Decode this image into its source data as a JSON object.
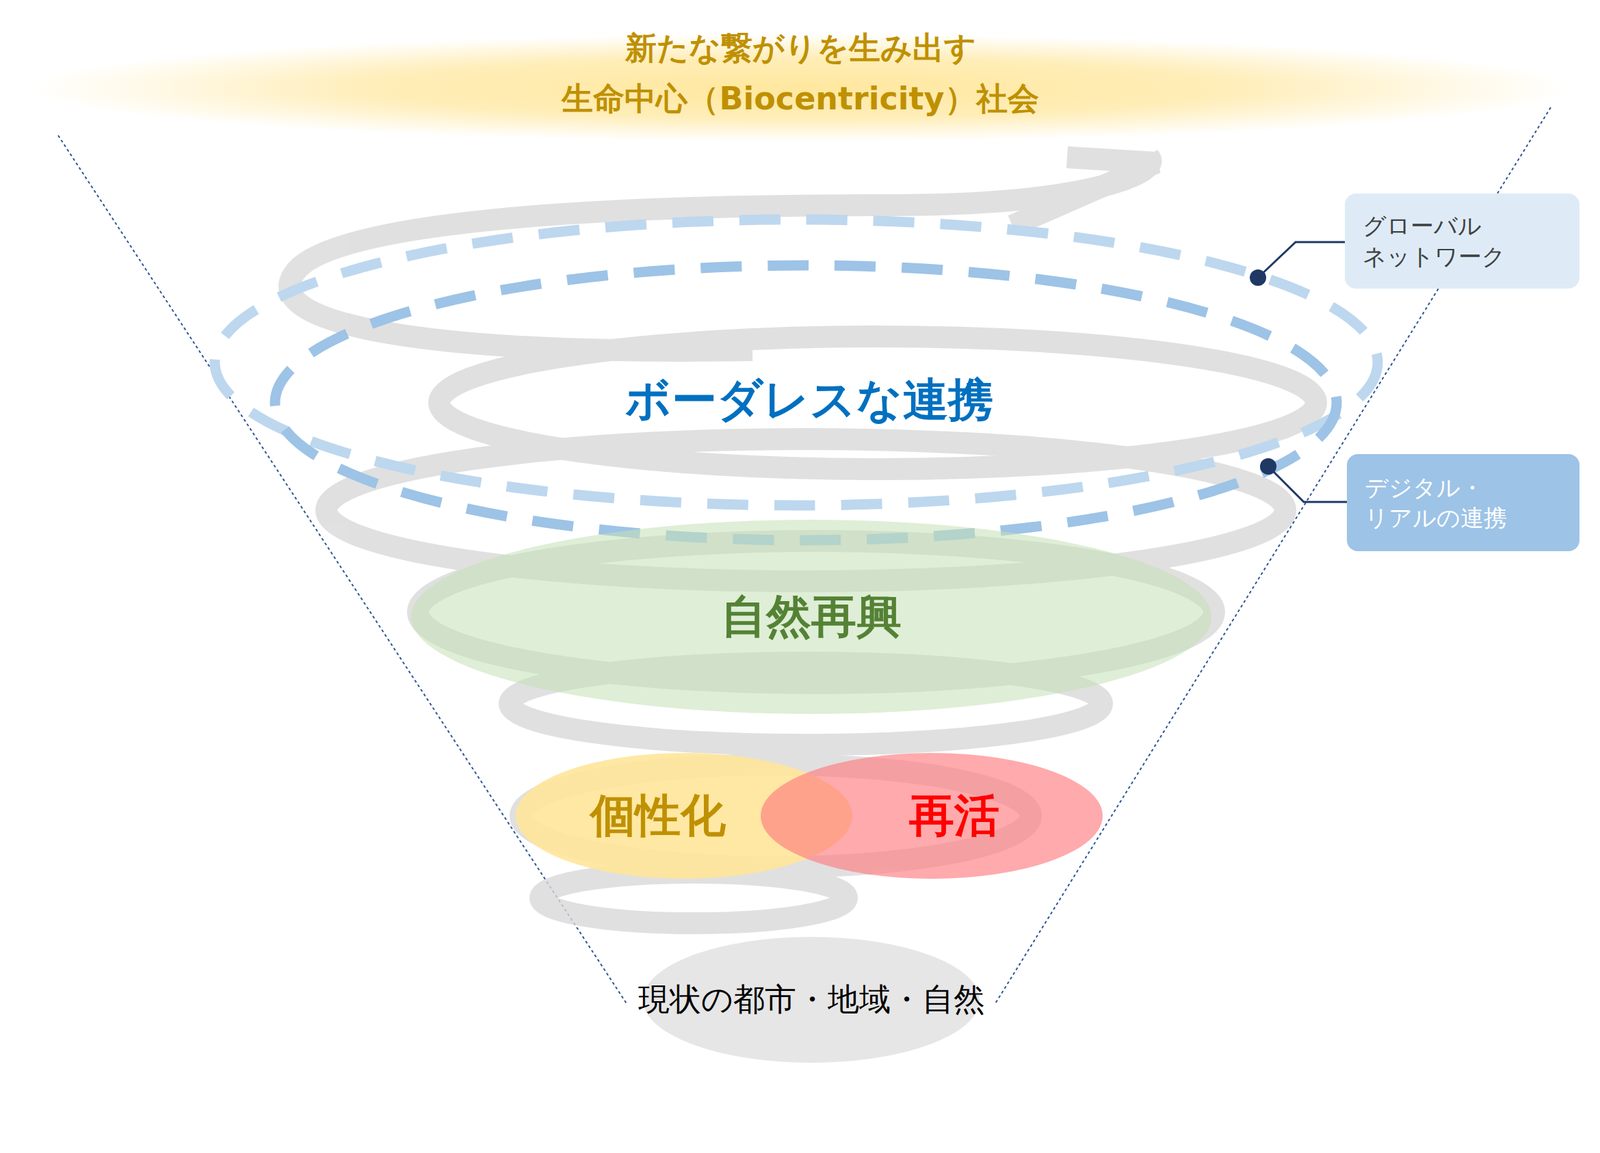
{
  "diagram": {
    "nodes": [
      {
        "text": [
          "新たな繋がりを生み出す 生命中心（Biocentricity）社会"
        ]
      },
      {
        "text": [
          "グローバル ネットワーク"
        ]
      },
      {
        "text": [
          "デジタル・ リアルの連携"
        ]
      },
      {
        "text": [
          "自然再興"
        ]
      },
      {
        "text": [
          "個性化"
        ]
      },
      {
        "text": [
          "再活"
        ]
      },
      {
        "text": [
          "現状の都市・地域・自然"
        ]
      }
    ],
    "labels": [
      "ボーダレスな連携"
    ]
  }
}
